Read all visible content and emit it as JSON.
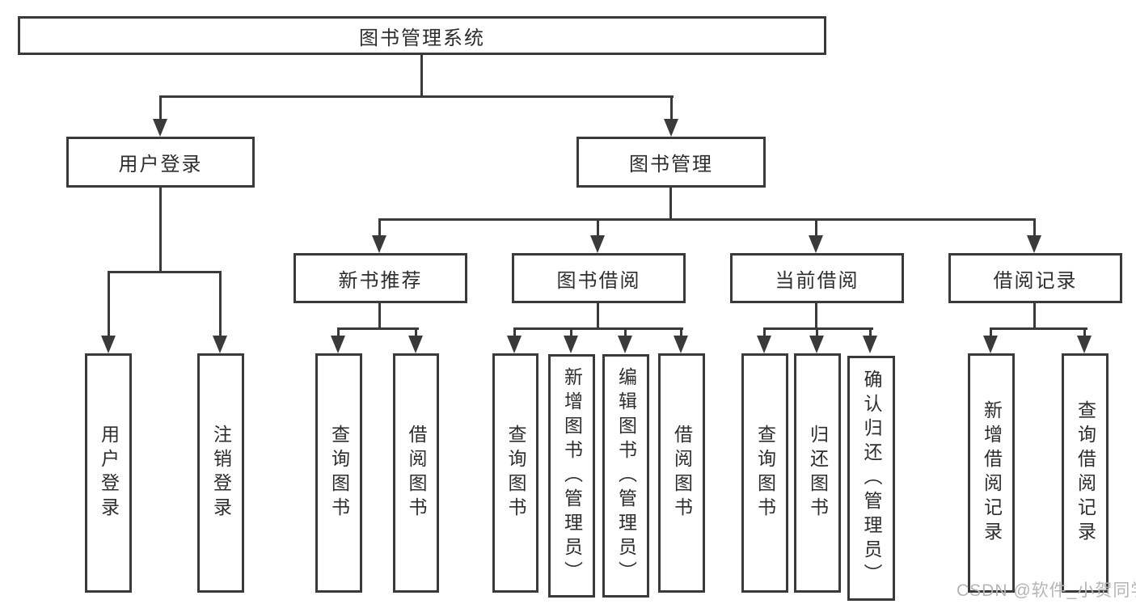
{
  "colors": {
    "line": "#3a3a3a",
    "ink": "#2d2d2d",
    "watermark": "#b5b5b5",
    "background": "#ffffff"
  },
  "watermark": "CSDN @软件_小贺同学",
  "diagram": {
    "type": "hierarchy-tree",
    "root": "图书管理系统",
    "branches": {
      "user": "用户登录",
      "books": "图书管理"
    },
    "modules": {
      "new_book": "新书推荐",
      "borrow": "图书借阅",
      "current": "当前借阅",
      "records": "借阅记录"
    },
    "leaves": {
      "user_login": "用户登录",
      "logout": "注销登录",
      "nb_query": "查询图书",
      "nb_borrow": "借阅图书",
      "bb_query": "查询图书",
      "bb_add": "新增图书（管理员）",
      "bb_edit": "编辑图书（管理员）",
      "bb_borrow": "借阅图书",
      "cb_query": "查询图书",
      "cb_return": "归还图书",
      "cb_confirm": "确认归还（管理员）",
      "br_add": "新增借阅记录",
      "br_query": "查询借阅记录"
    },
    "hierarchy": {
      "图书管理系统": {
        "用户登录": [
          "用户登录",
          "注销登录"
        ],
        "图书管理": {
          "新书推荐": [
            "查询图书",
            "借阅图书"
          ],
          "图书借阅": [
            "查询图书",
            "新增图书（管理员）",
            "编辑图书（管理员）",
            "借阅图书"
          ],
          "当前借阅": [
            "查询图书",
            "归还图书",
            "确认归还（管理员）"
          ],
          "借阅记录": [
            "新增借阅记录",
            "查询借阅记录"
          ]
        }
      }
    }
  }
}
